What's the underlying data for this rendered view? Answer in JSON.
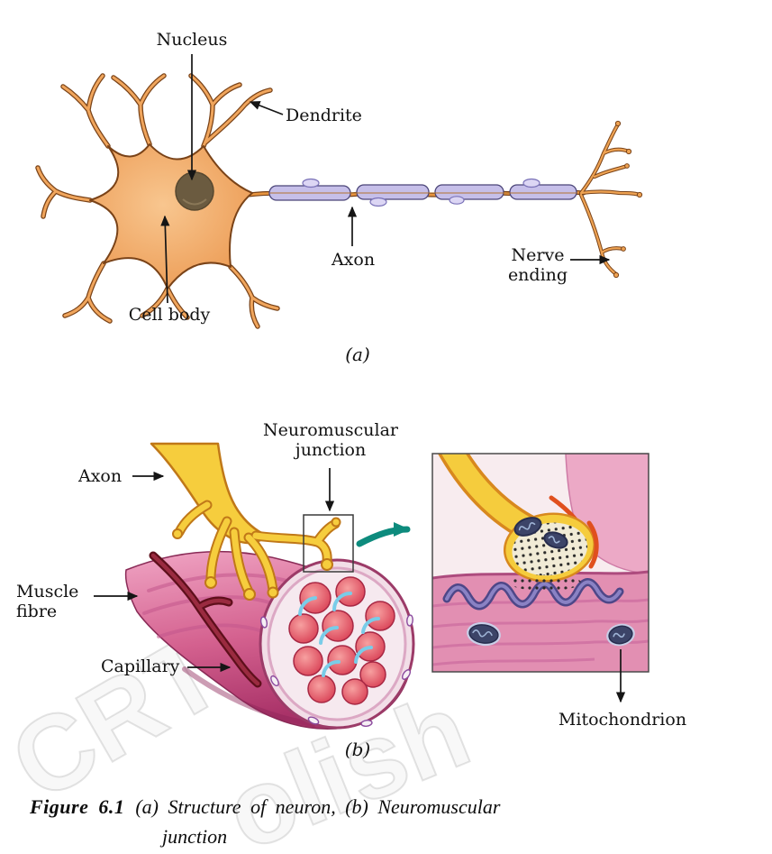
{
  "panel_a": {
    "tag": "(a)",
    "labels": {
      "nucleus": "Nucleus",
      "dendrite": "Dendrite",
      "axon": "Axon",
      "nerve_ending": "Nerve\nending",
      "cell_body": "Cell body"
    }
  },
  "panel_b": {
    "tag": "(b)",
    "labels": {
      "neuromuscular_junction": "Neuromuscular\njunction",
      "axon": "Axon",
      "muscle_fibre": "Muscle\nfibre",
      "capillary": "Capillary",
      "mitochondrion": "Mitochondrion"
    }
  },
  "caption": {
    "label": "Figure 6.1",
    "line1": "(a) Structure of neuron, (b) Neuromuscular",
    "line2": "junction"
  },
  "watermark": {
    "fragment1": "CRT",
    "fragment2": "olish"
  },
  "colors": {
    "neuron_body": "#EC9B54",
    "nucleus": "#6B5B40",
    "myelin_sheath": "#C6BFE9",
    "muscle_fibre": "#D4618F",
    "motor_axon": "#F6CD3D",
    "capillary": "#5E0F1B",
    "myofibril": "#D94055",
    "mitochondrion": "#3C4468",
    "zoom_arrow": "#0D8B7D"
  }
}
